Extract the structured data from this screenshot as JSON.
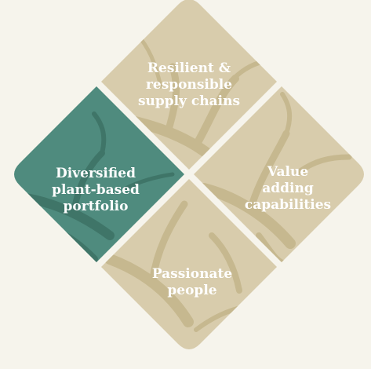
{
  "colors": {
    "background": "#f6f4ec",
    "beige_tile": "#d8ccac",
    "beige_pattern": "#c6b88f",
    "teal_tile": "#4f8b7e",
    "teal_pattern": "#3f7568",
    "label_text": "#ffffff"
  },
  "tiles": {
    "top": {
      "lines": [
        "Resilient &",
        "responsible",
        "supply chains"
      ]
    },
    "left": {
      "lines": [
        "Diversified",
        "plant-based",
        "portfolio"
      ]
    },
    "right": {
      "lines": [
        "Value",
        "adding",
        "capabilities"
      ]
    },
    "bottom": {
      "lines": [
        "Passionate",
        "people"
      ]
    }
  }
}
